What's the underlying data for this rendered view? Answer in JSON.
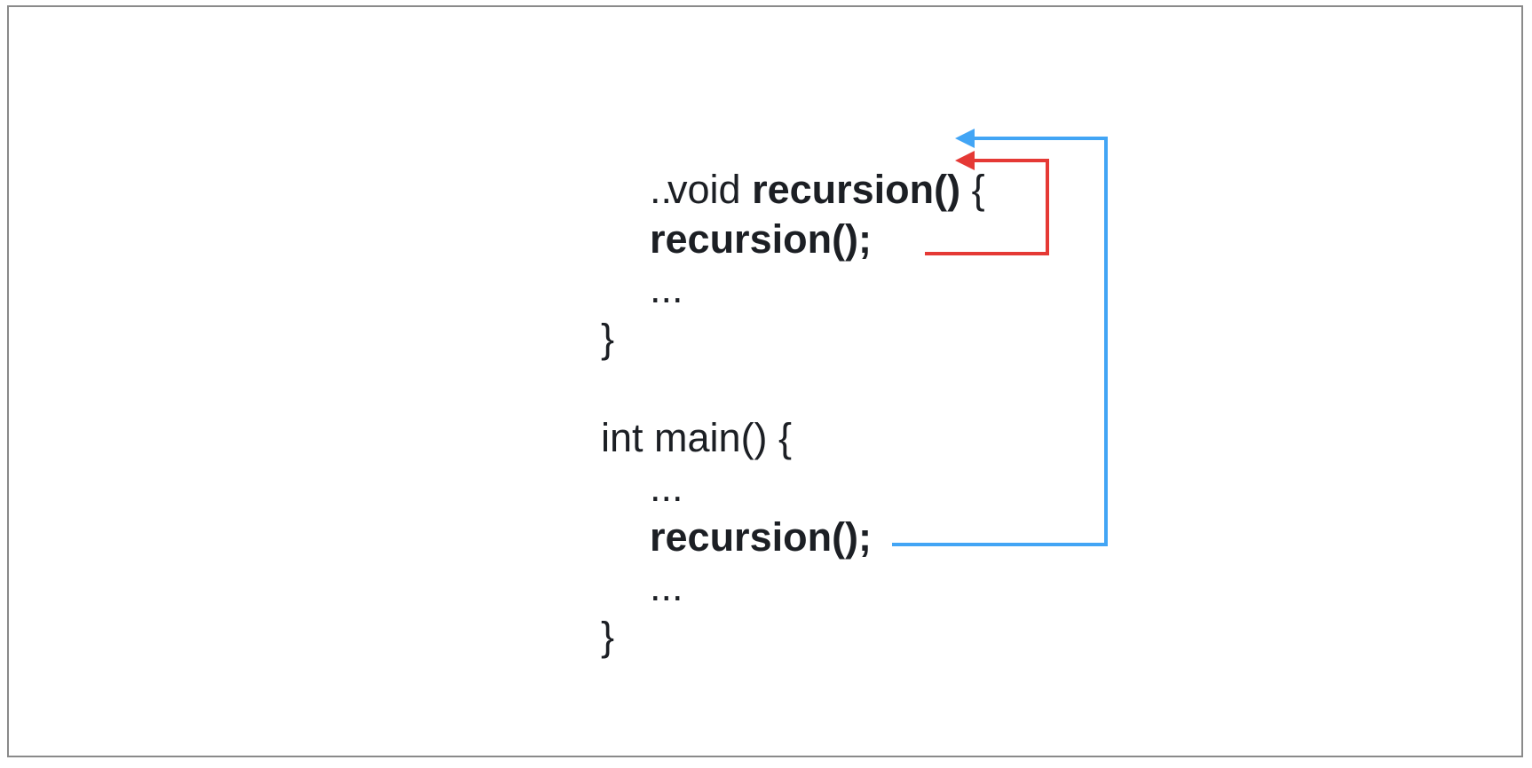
{
  "diagram": {
    "colors": {
      "text": "#1c1f24",
      "frame": "#8a8a8a",
      "recursive_call_arrow": "#e53935",
      "main_call_arrow": "#42a5f5"
    },
    "recursion_function": {
      "signature_prefix": "void ",
      "signature_name": "recursion()",
      "signature_suffix": " {",
      "line_before": "...",
      "call": "recursion();",
      "line_after": "...",
      "close": "}"
    },
    "main_function": {
      "signature": "int main() {",
      "line_before": "...",
      "call": "recursion();",
      "line_after": "...",
      "close": "}"
    }
  }
}
